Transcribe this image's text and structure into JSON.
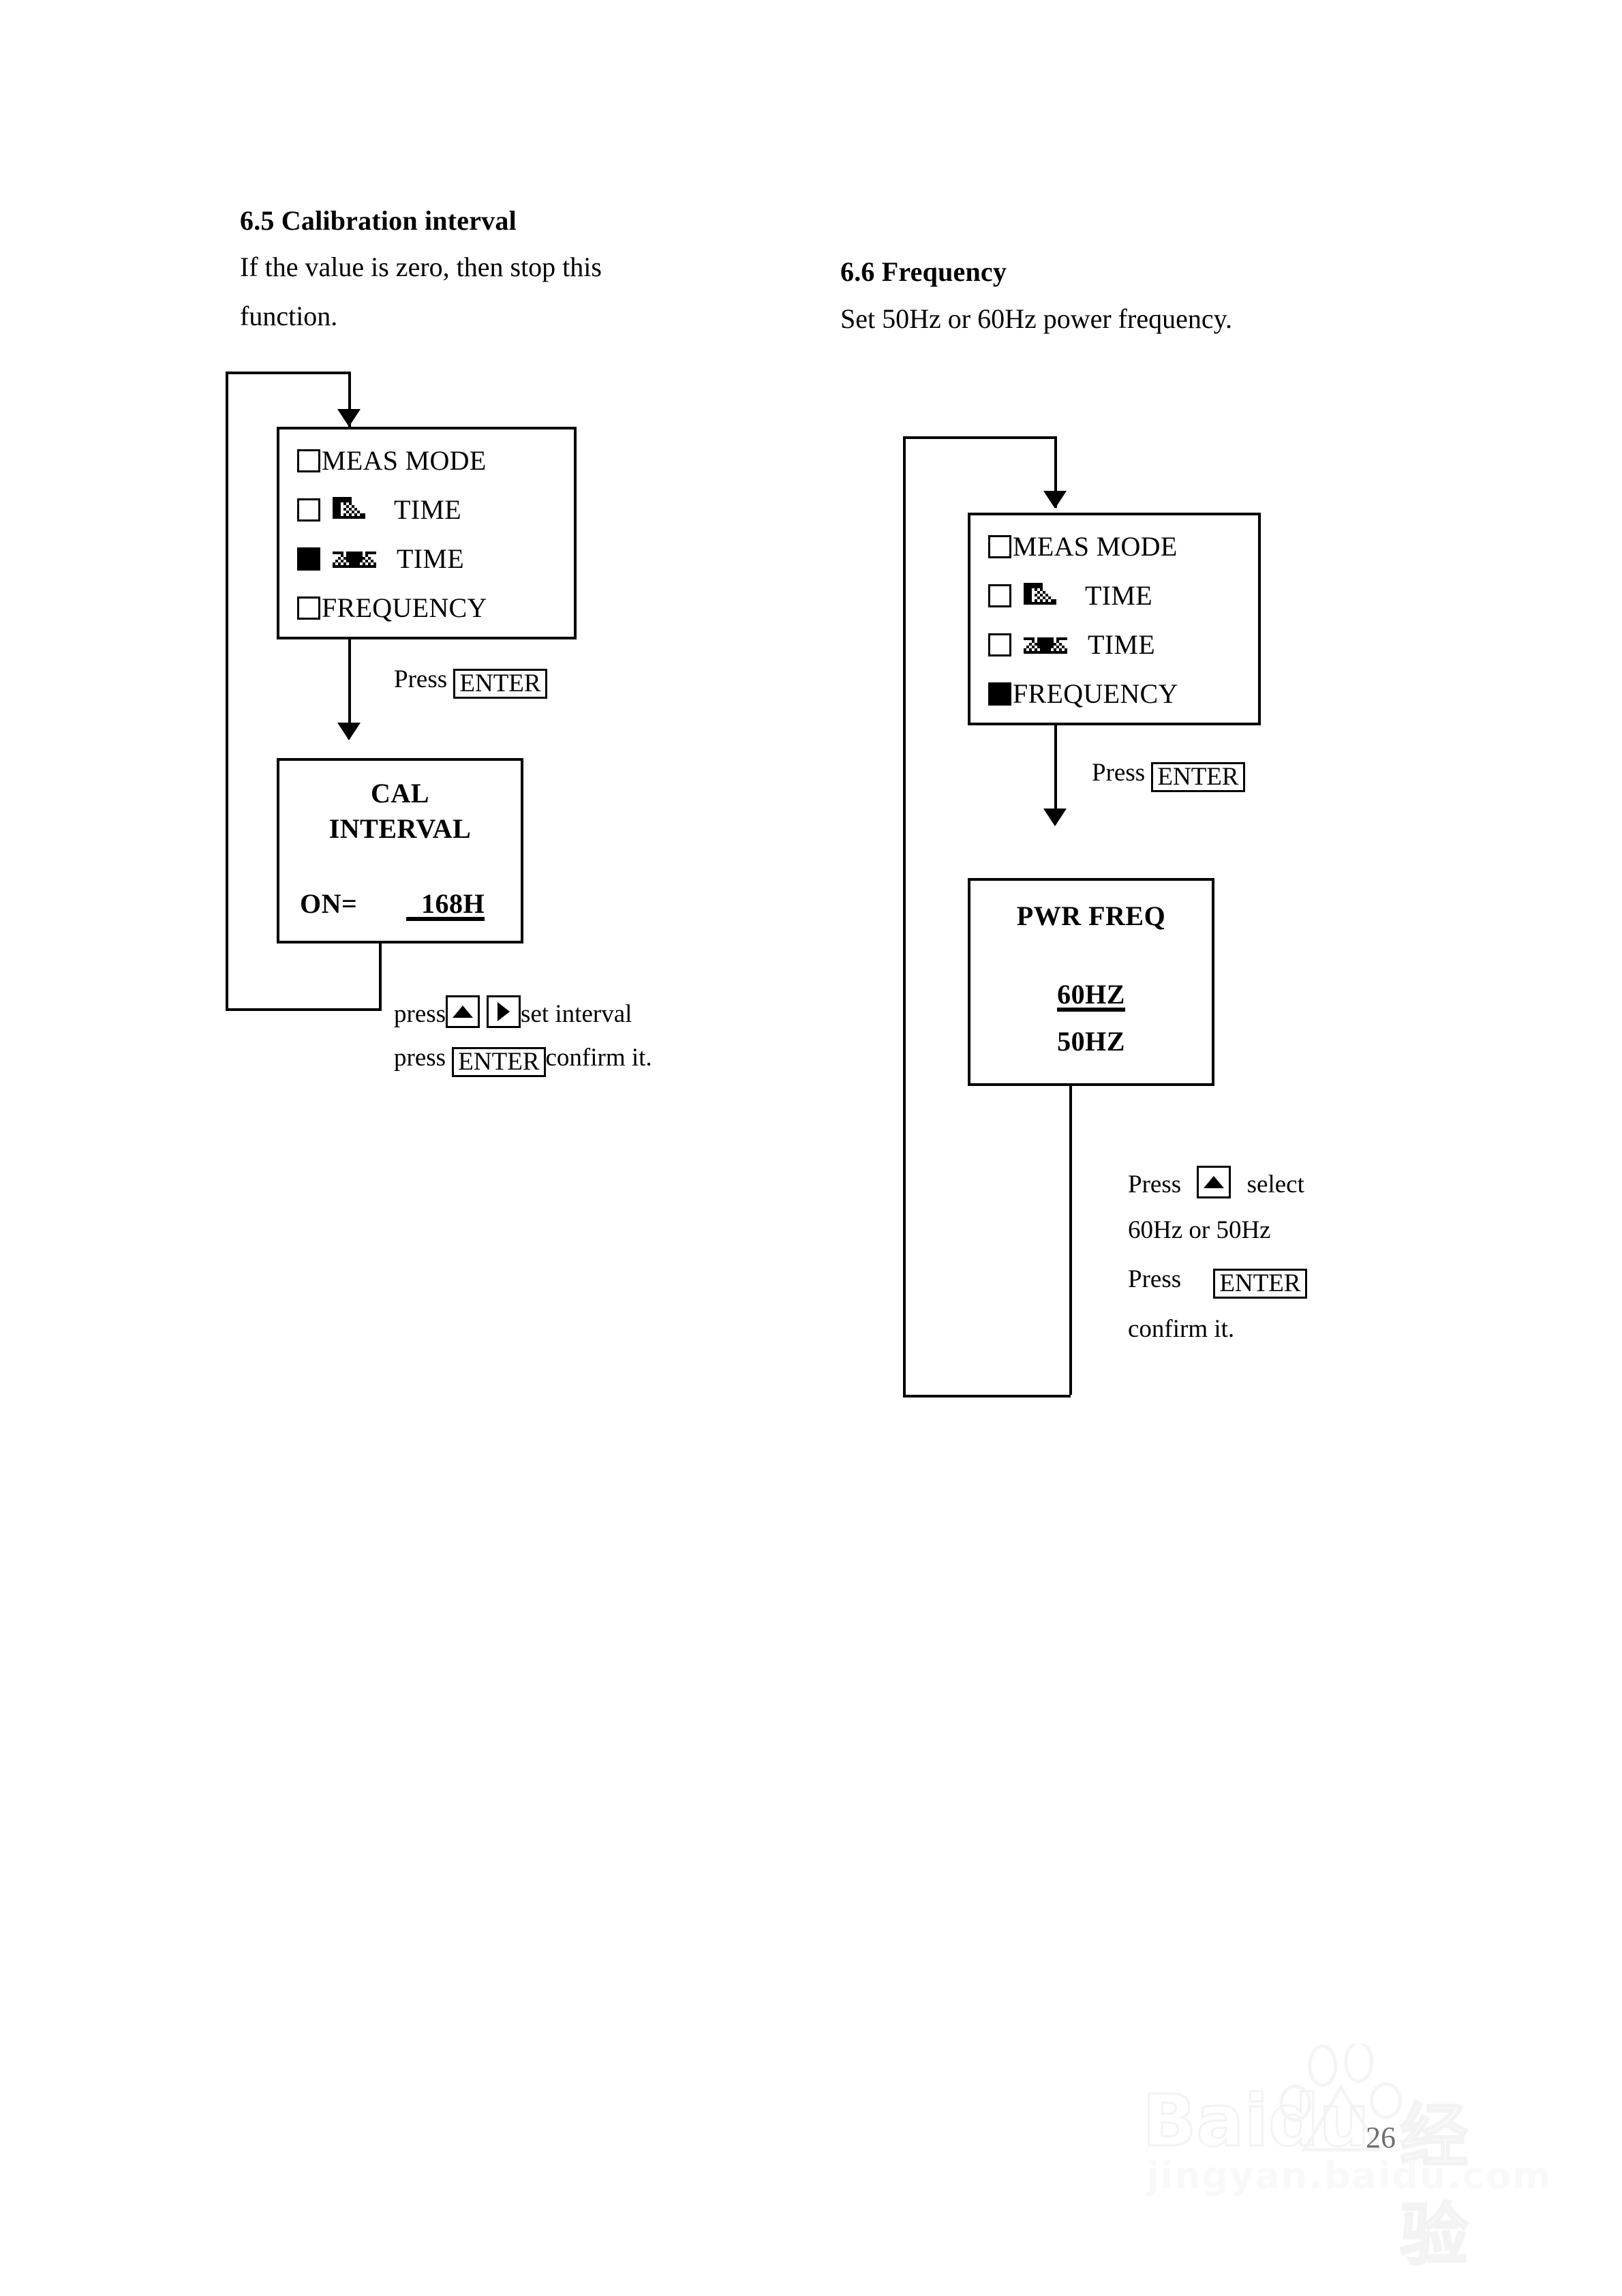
{
  "page": {
    "number": "26",
    "watermark": {
      "brand": "Baidu",
      "brand_cn": "经验",
      "url": "jingyan.baidu.com",
      "logo": "baidu-paw-logo"
    }
  },
  "sections": [
    {
      "id": "calibration-interval",
      "heading": "6.5 Calibration interval",
      "body": [
        "If the value is zero, then stop this",
        "function."
      ],
      "menu_screen": {
        "rows": [
          {
            "selected": false,
            "icon": null,
            "label": "MEAS MODE"
          },
          {
            "selected": false,
            "icon": "ramp-icon",
            "label": "TIME"
          },
          {
            "selected": true,
            "icon": "hourglass-icon",
            "label": "TIME"
          },
          {
            "selected": false,
            "icon": null,
            "label": "FREQUENCY"
          }
        ]
      },
      "transition": {
        "prefix": "Press",
        "key": "ENTER"
      },
      "value_screen": {
        "title_line1": "CAL",
        "title_line2": "INTERVAL",
        "field_label": "ON=",
        "field_value": "168H",
        "cursor_digit": "1"
      },
      "instructions": [
        {
          "parts": [
            "press"
          ],
          "keys": [
            "up-arrow-key",
            "right-arrow-key"
          ],
          "suffix": "set interval"
        },
        {
          "prefix": "press",
          "key": "ENTER",
          "suffix": "confirm it."
        }
      ]
    },
    {
      "id": "frequency",
      "heading": "6.6 Frequency",
      "body": [
        "Set 50Hz or 60Hz power frequency."
      ],
      "menu_screen": {
        "rows": [
          {
            "selected": false,
            "icon": null,
            "label": "MEAS MODE"
          },
          {
            "selected": false,
            "icon": "ramp-icon",
            "label": "TIME"
          },
          {
            "selected": false,
            "icon": "hourglass-icon",
            "label": "TIME"
          },
          {
            "selected": true,
            "icon": null,
            "label": "FREQUENCY"
          }
        ]
      },
      "transition": {
        "prefix": "Press",
        "key": "ENTER"
      },
      "value_screen": {
        "title": "PWR FREQ",
        "options": [
          {
            "label": "60HZ",
            "selected": true
          },
          {
            "label": "50HZ",
            "selected": false
          }
        ]
      },
      "instructions": [
        {
          "prefix": "Press",
          "key": "up-arrow-key",
          "suffix": "select"
        },
        {
          "text": "60Hz or 50Hz"
        },
        {
          "prefix": "Press",
          "key": "ENTER"
        },
        {
          "text": "confirm it."
        }
      ]
    }
  ]
}
